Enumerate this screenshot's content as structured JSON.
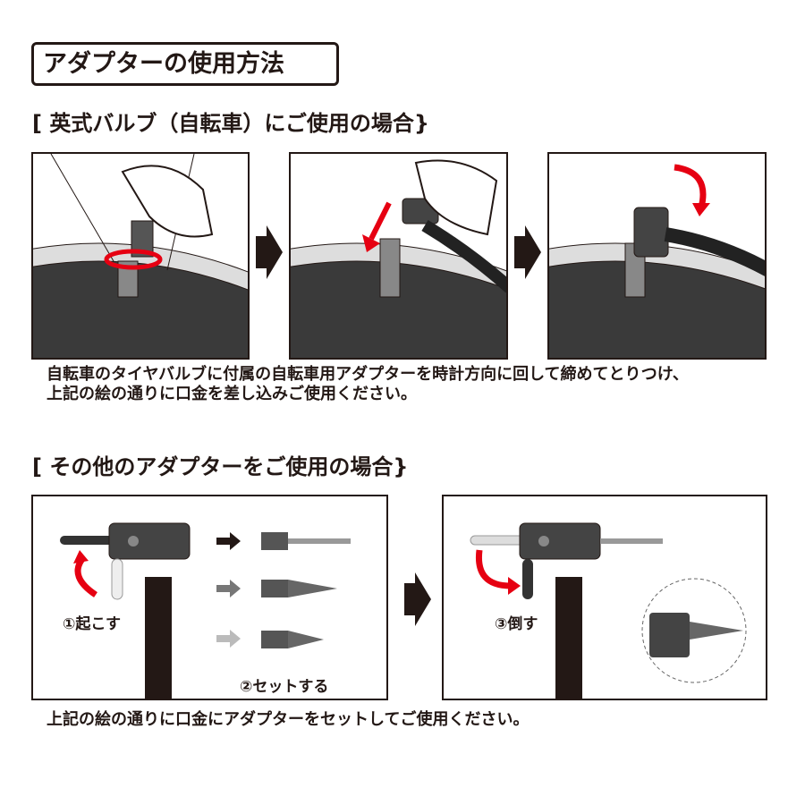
{
  "title": "アダプターの使用方法",
  "section1": {
    "heading": "[ 英式バルブ（自転車）にご使用の場合}",
    "caption_line1": "自転車のタイヤバルブに付属の自転車用アダプターを時計方向に回して締めてとりつけ、",
    "caption_line2": "上記の絵の通りに口金を差し込みご使用ください。"
  },
  "section2": {
    "heading": "[ その他のアダプターをご使用の場合}",
    "step1": "①起こす",
    "step2": "②セットする",
    "step3": "③倒す",
    "caption": "上記の絵の通りに口金にアダプターをセットしてご使用ください。"
  },
  "colors": {
    "accent_red": "#e60012",
    "ink": "#231815"
  }
}
